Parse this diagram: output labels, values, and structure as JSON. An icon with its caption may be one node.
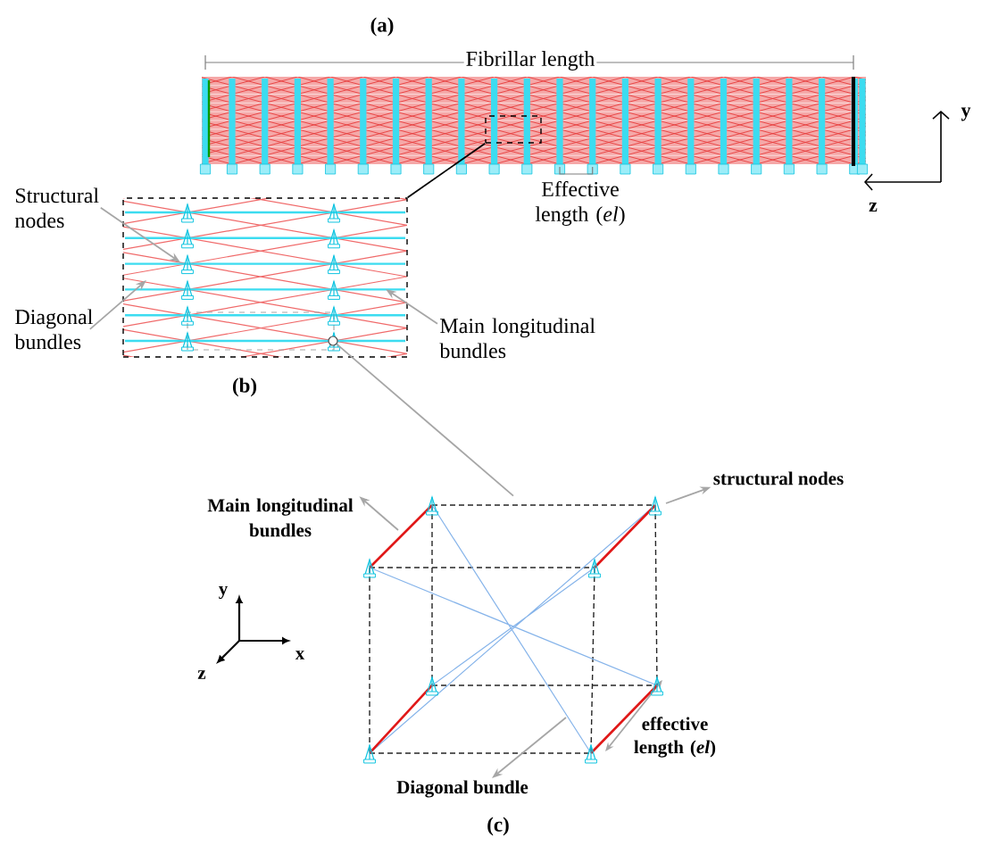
{
  "diagram": {
    "nodes": [
      {
        "text": [],
        "shape": "box"
      },
      {
        "text": [],
        "shape": "box"
      },
      {
        "text": [],
        "shape": "circle",
        "in": 1
      },
      {
        "text": [],
        "shape": "cube"
      },
      {
        "text": [
          "Structural nodes"
        ]
      },
      {
        "text": [
          "Diagonal bundles"
        ]
      },
      {
        "text": [
          "Main longitudinal bundles"
        ]
      },
      {
        "text": [
          "Main longitudinal bundles"
        ]
      },
      {
        "text": [
          "structural nodes"
        ]
      },
      {
        "text": [
          "Diagonal bundle"
        ]
      }
    ],
    "edges": [
      {
        "from": 0,
        "to": 1,
        "arrow": "none",
        "color": "#000000"
      },
      {
        "from": 2,
        "to": 3,
        "arrow": "none"
      },
      {
        "from": 4,
        "to": 1,
        "arrow": "to"
      },
      {
        "from": 5,
        "to": 1,
        "arrow": "to"
      },
      {
        "from": 6,
        "to": 1,
        "arrow": "to"
      },
      {
        "from": 3,
        "to": 7,
        "arrow": "to"
      },
      {
        "from": 3,
        "to": 8,
        "arrow": "to"
      },
      {
        "from": 3,
        "to": 9,
        "arrow": "to"
      }
    ],
    "labels": [
      "(a)",
      "Fibrillar length",
      "y",
      "Effective length (*el*)",
      "z",
      "(b)",
      "y",
      "x",
      "z",
      "effective length (*el*)",
      "(c)"
    ]
  }
}
